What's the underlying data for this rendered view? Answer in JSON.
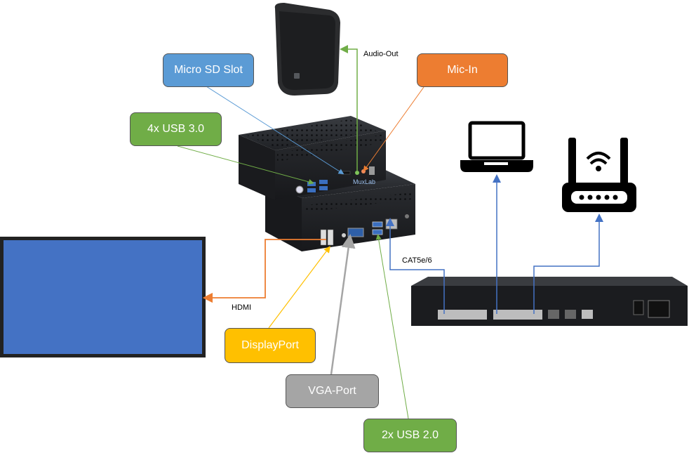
{
  "labels": {
    "micro_sd": "Micro SD Slot",
    "usb3": "4x USB 3.0",
    "mic_in": "Mic-In",
    "displayport": "DisplayPort",
    "vga": "VGA-Port",
    "usb2": "2x USB 2.0",
    "audio_out": "Audio-Out",
    "hdmi": "HDMI",
    "cat5": "CAT5e/6",
    "brand": "MuxLab"
  },
  "colors": {
    "blue_box": "#5b9bd5",
    "green_box": "#70ad47",
    "orange_box": "#ed7d31",
    "gold_box": "#ffc000",
    "gray_box": "#a5a5a5",
    "screen": "#4472c4",
    "ethernet_line": "#4472c4"
  },
  "icons": [
    "speaker-icon",
    "laptop-icon",
    "wifi-router-icon",
    "mini-pc-icon",
    "network-switch-icon",
    "monitor-icon"
  ]
}
